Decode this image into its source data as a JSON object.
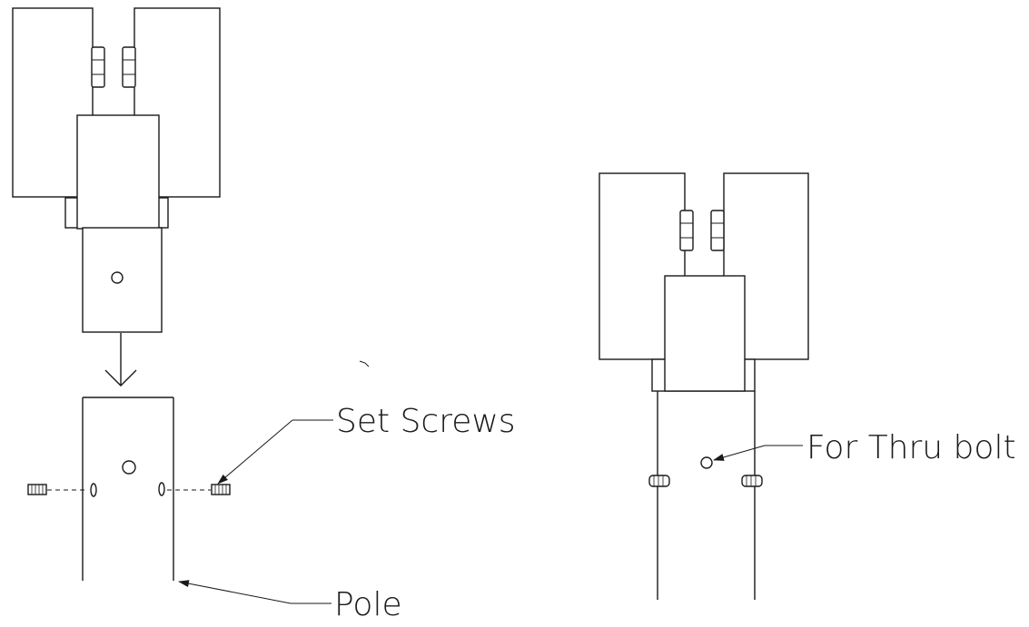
{
  "labels": {
    "set_screws": "Set Screws",
    "pole": "Pole",
    "thru_bolt": "For Thru bolt"
  },
  "colors": {
    "line": "#1a1a1a",
    "background": "#ffffff"
  }
}
